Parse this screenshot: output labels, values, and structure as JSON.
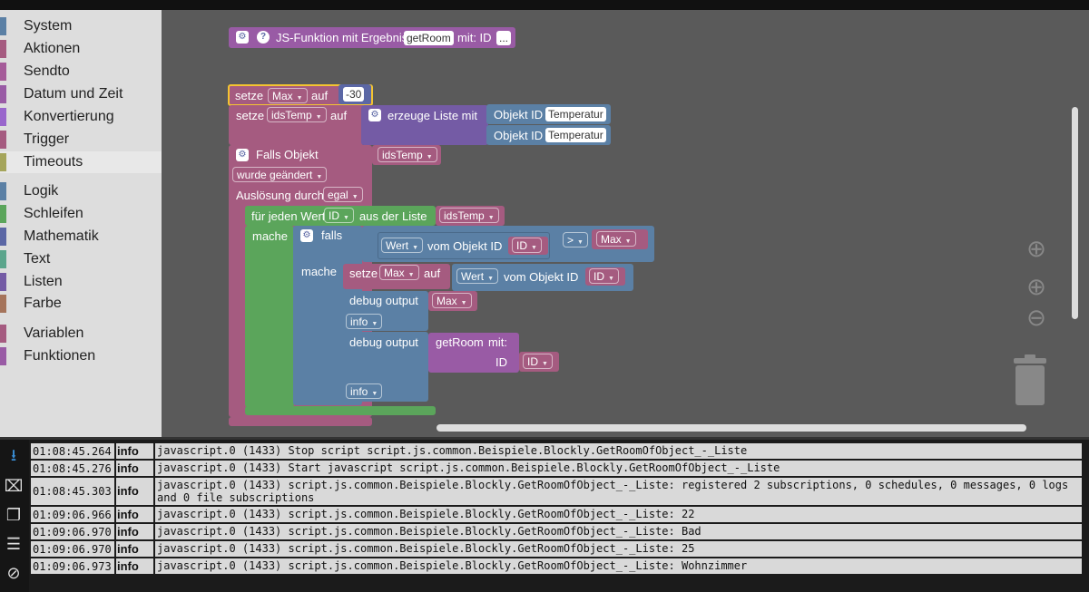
{
  "sidebar": {
    "categories": [
      {
        "label": "System",
        "color": "#5b80a5"
      },
      {
        "label": "Aktionen",
        "color": "#a55b80"
      },
      {
        "label": "Sendto",
        "color": "#a55b99"
      },
      {
        "label": "Datum und Zeit",
        "color": "#995ba5"
      },
      {
        "label": "Konvertierung",
        "color": "#9966cc"
      },
      {
        "label": "Trigger",
        "color": "#a55b80"
      },
      {
        "label": "Timeouts",
        "color": "#a5a55b"
      },
      {
        "label": "Logik",
        "color": "#5b80a5"
      },
      {
        "label": "Schleifen",
        "color": "#5ba55b"
      },
      {
        "label": "Mathematik",
        "color": "#5b67a5"
      },
      {
        "label": "Text",
        "color": "#5ba58c"
      },
      {
        "label": "Listen",
        "color": "#745ba5"
      },
      {
        "label": "Farbe",
        "color": "#a5745b"
      },
      {
        "label": "Variablen",
        "color": "#a55b80"
      },
      {
        "label": "Funktionen",
        "color": "#995ba5"
      }
    ]
  },
  "blocks": {
    "func_def": {
      "label": "JS-Funktion mit Ergebnis",
      "name": "getRoom",
      "with": "mit: ID",
      "more": "..."
    },
    "set_max": {
      "label": "setze",
      "var": "Max",
      "to": "auf",
      "value": "-30"
    },
    "set_ids": {
      "label": "setze",
      "var": "idsTemp",
      "to": "auf",
      "create": "erzeuge Liste mit"
    },
    "obj1": {
      "label": "Objekt ID",
      "value": "Temperatur"
    },
    "obj2": {
      "label": "Objekt ID",
      "value": "Temperatur"
    },
    "trigger": {
      "label": "Falls Objekt",
      "var": "idsTemp",
      "changed": "wurde geändert",
      "by": "Auslösung durch",
      "by_val": "egal"
    },
    "foreach": {
      "label": "für jeden Wert",
      "var": "ID",
      "from": "aus der Liste",
      "list": "idsTemp",
      "do": "mache"
    },
    "if": {
      "label": "falls",
      "do": "mache",
      "cmp_a_field": "Wert",
      "cmp_a_of": "vom Objekt ID",
      "cmp_a_id": "ID",
      "op": ">",
      "cmp_b": "Max"
    },
    "set_max2": {
      "label": "setze",
      "var": "Max",
      "to": "auf",
      "field": "Wert",
      "of": "vom Objekt ID",
      "id": "ID"
    },
    "debug1": {
      "label": "debug output",
      "var": "Max",
      "level": "info"
    },
    "debug2": {
      "label": "debug output",
      "call": "getRoom",
      "call_with": "mit:",
      "arg": "ID",
      "arg_val": "ID",
      "level": "info"
    }
  },
  "log": {
    "rows": [
      {
        "ts": "01:08:45.264",
        "level": "info",
        "msg": "javascript.0 (1433) Stop script script.js.common.Beispiele.Blockly.GetRoomOfObject_-_Liste"
      },
      {
        "ts": "01:08:45.276",
        "level": "info",
        "msg": "javascript.0 (1433) Start javascript script.js.common.Beispiele.Blockly.GetRoomOfObject_-_Liste"
      },
      {
        "ts": "01:08:45.303",
        "level": "info",
        "msg": "javascript.0 (1433) script.js.common.Beispiele.Blockly.GetRoomOfObject_-_Liste: registered 2 subscriptions, 0 schedules, 0 messages, 0 logs and 0 file subscriptions"
      },
      {
        "ts": "01:09:06.966",
        "level": "info",
        "msg": "javascript.0 (1433) script.js.common.Beispiele.Blockly.GetRoomOfObject_-_Liste: 22"
      },
      {
        "ts": "01:09:06.970",
        "level": "info",
        "msg": "javascript.0 (1433) script.js.common.Beispiele.Blockly.GetRoomOfObject_-_Liste: Bad"
      },
      {
        "ts": "01:09:06.970",
        "level": "info",
        "msg": "javascript.0 (1433) script.js.common.Beispiele.Blockly.GetRoomOfObject_-_Liste: 25"
      },
      {
        "ts": "01:09:06.973",
        "level": "info",
        "msg": "javascript.0 (1433) script.js.common.Beispiele.Blockly.GetRoomOfObject_-_Liste: Wohnzimmer"
      }
    ]
  },
  "colors": {
    "variables": "#a55b80",
    "functions": "#995ba5",
    "loops": "#5ba55b",
    "logic": "#5b80a5",
    "lists": "#745ba5",
    "objects": "#5b80a5"
  }
}
